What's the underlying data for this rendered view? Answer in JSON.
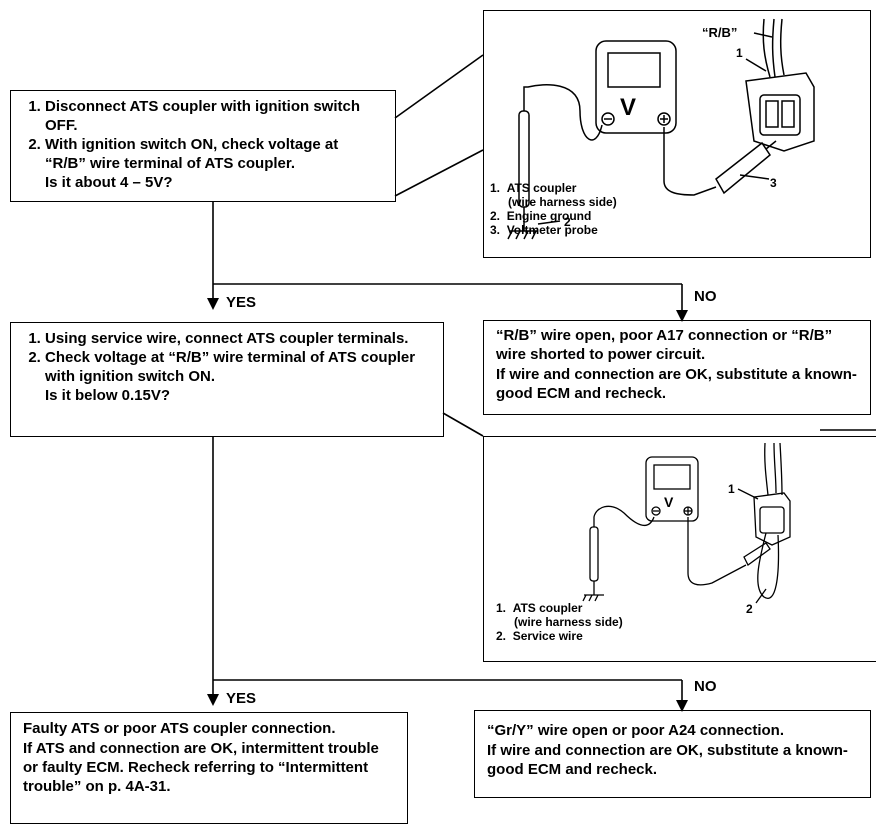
{
  "step1": {
    "items": [
      "Disconnect ATS coupler with ignition switch OFF.",
      "With ignition switch ON, check voltage at “R/B” wire terminal of ATS coupler."
    ],
    "question": "Is it about 4 – 5V?"
  },
  "branch1": {
    "yes_label": "YES",
    "no_label": "NO"
  },
  "figure1": {
    "meter_symbol": "V",
    "wire_label": "“R/B”",
    "callouts": [
      "1",
      "2",
      "3"
    ],
    "captions": [
      "ATS coupler",
      "(wire harness side)",
      "Engine ground",
      "Voltmeter probe"
    ]
  },
  "no1": {
    "lines": [
      "“R/B” wire open, poor A17 connection or “R/B” wire shorted to power circuit.",
      "If wire and connection are OK, substitute a known-good ECM and recheck."
    ]
  },
  "step2": {
    "items": [
      "Using service wire, connect ATS coupler terminals.",
      "Check voltage at “R/B” wire terminal of ATS coupler with ignition switch ON."
    ],
    "question": "Is it below 0.15V?"
  },
  "figure2": {
    "meter_symbol": "V",
    "callouts": [
      "1",
      "2"
    ],
    "captions": [
      "ATS coupler",
      "(wire harness side)",
      "Service wire"
    ]
  },
  "branch2": {
    "yes_label": "YES",
    "no_label": "NO"
  },
  "yes2": {
    "lines": [
      "Faulty ATS or poor ATS coupler connection.",
      "If ATS and connection are OK, intermittent trouble or faulty ECM. Recheck referring to “Intermittent trouble” on p. 4A-31."
    ]
  },
  "no2": {
    "lines": [
      "“Gr/Y” wire open or poor A24 connection.",
      "If wire and connection are OK, substitute a known-good ECM and recheck."
    ]
  }
}
